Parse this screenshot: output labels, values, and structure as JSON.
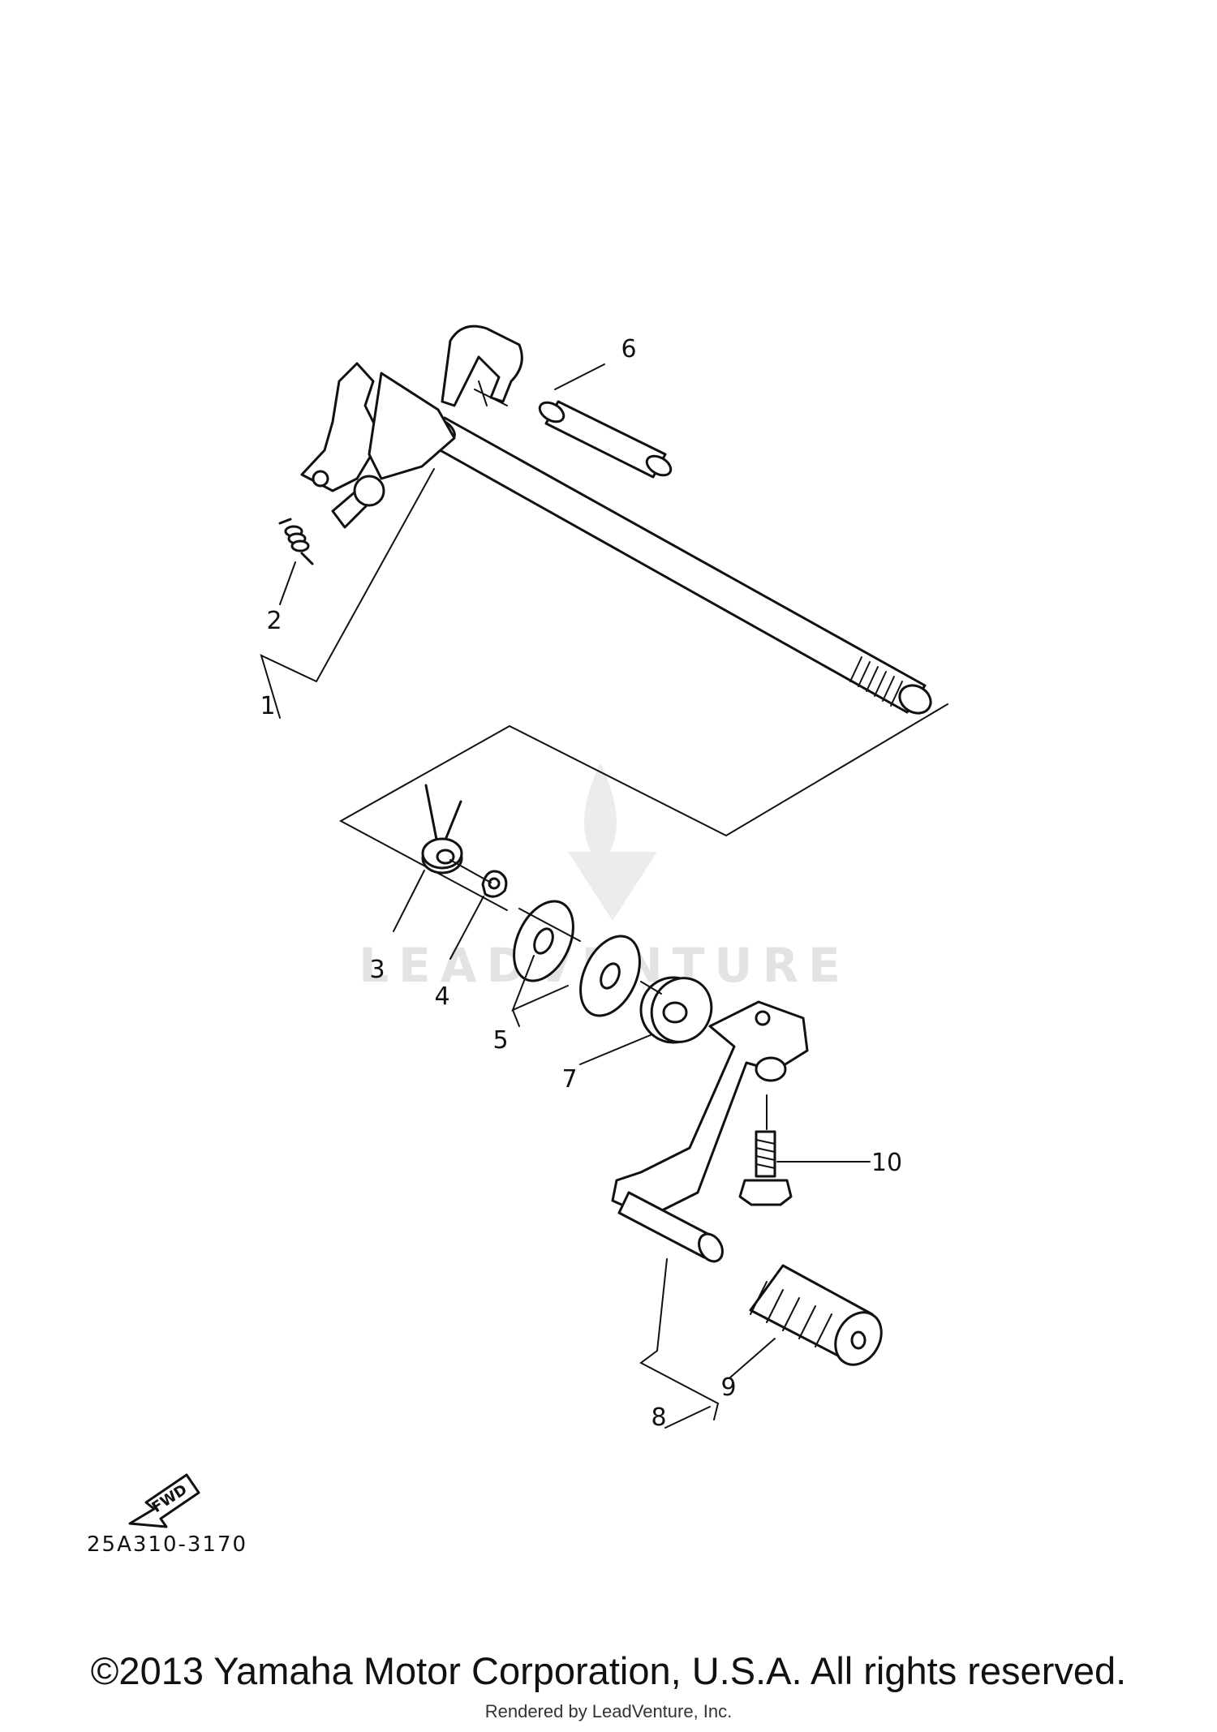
{
  "diagram": {
    "callouts": [
      "1",
      "2",
      "3",
      "4",
      "5",
      "6",
      "7",
      "8",
      "9",
      "10"
    ],
    "fwd_label": "FWD",
    "drawing_code": "25A310-3170",
    "watermark_text": "LEADVENTURE"
  },
  "footer": {
    "copyright": "©2013 Yamaha Motor Corporation, U.S.A. All rights reserved.",
    "rendered_by": "Rendered by LeadVenture, Inc."
  }
}
